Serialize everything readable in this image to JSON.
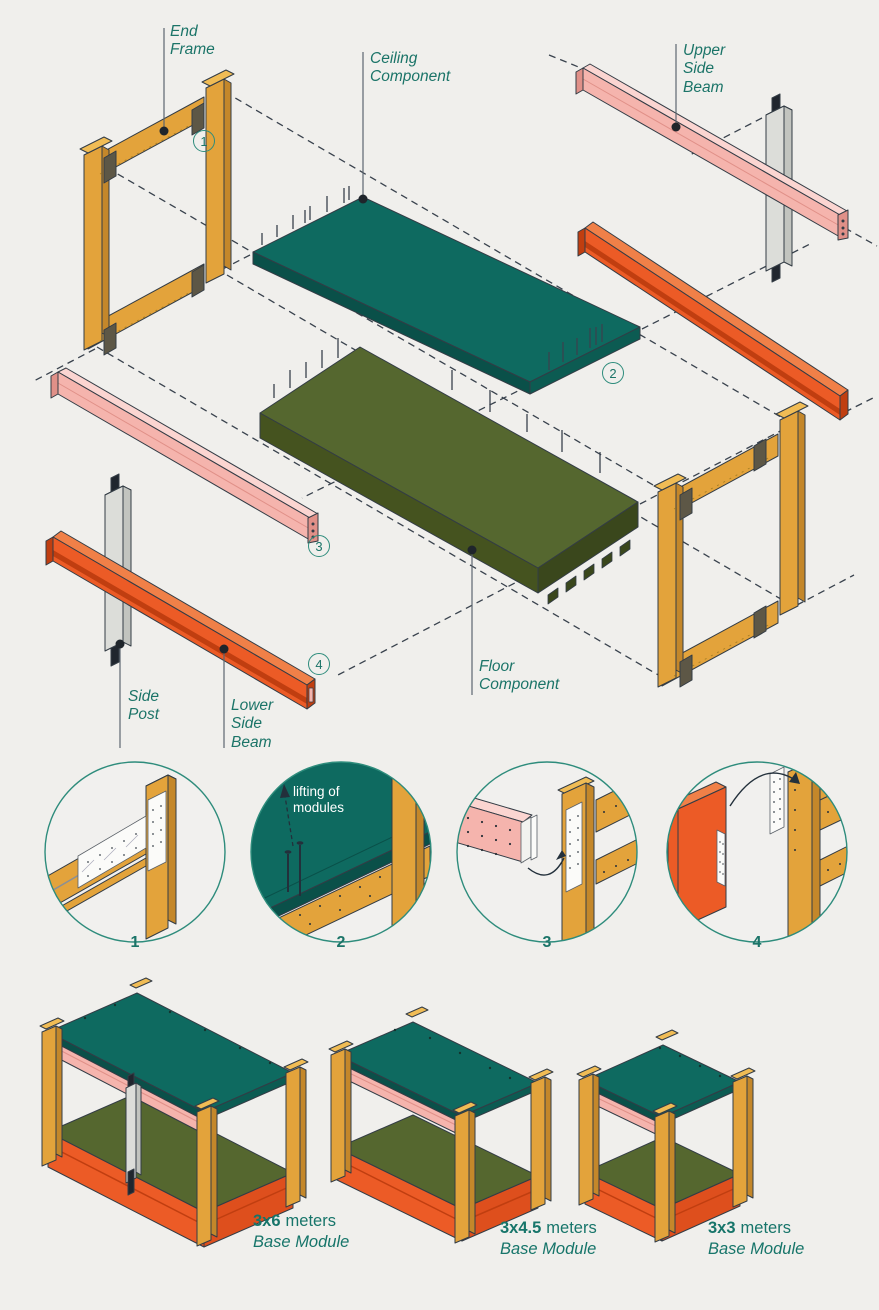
{
  "colors": {
    "background": "#f0efec",
    "outline": "#333c45",
    "frame_yellow": "#E3A33B",
    "ceiling_teal": "#0E6A60",
    "floor_green": "#55672F",
    "beam_orange": "#EC5B26",
    "beam_pink": "#F5B4AD",
    "post_gray": "#DCDDD9",
    "label_teal": "#1B7468"
  },
  "exploded_view": {
    "part_labels": [
      {
        "name": "end-frame",
        "text": "End\nFrame"
      },
      {
        "name": "ceiling-component",
        "text": "Ceiling\nComponent"
      },
      {
        "name": "upper-side-beam",
        "text": "Upper\nSide\nBeam"
      },
      {
        "name": "side-post",
        "text": "Side\nPost"
      },
      {
        "name": "lower-side-beam",
        "text": "Lower\nSide\nBeam"
      },
      {
        "name": "floor-component",
        "text": "Floor\nComponent"
      }
    ],
    "sequence_markers": [
      "1",
      "2",
      "3",
      "4"
    ]
  },
  "connection_details": {
    "annotation": "lifting of\nmodules",
    "numbers": [
      "1",
      "2",
      "3",
      "4"
    ]
  },
  "base_modules": [
    {
      "size": "3x6",
      "unit": "meters",
      "label": "Base Module"
    },
    {
      "size": "3x4.5",
      "unit": "meters",
      "label": "Base Module"
    },
    {
      "size": "3x3",
      "unit": "meters",
      "label": "Base Module"
    }
  ]
}
